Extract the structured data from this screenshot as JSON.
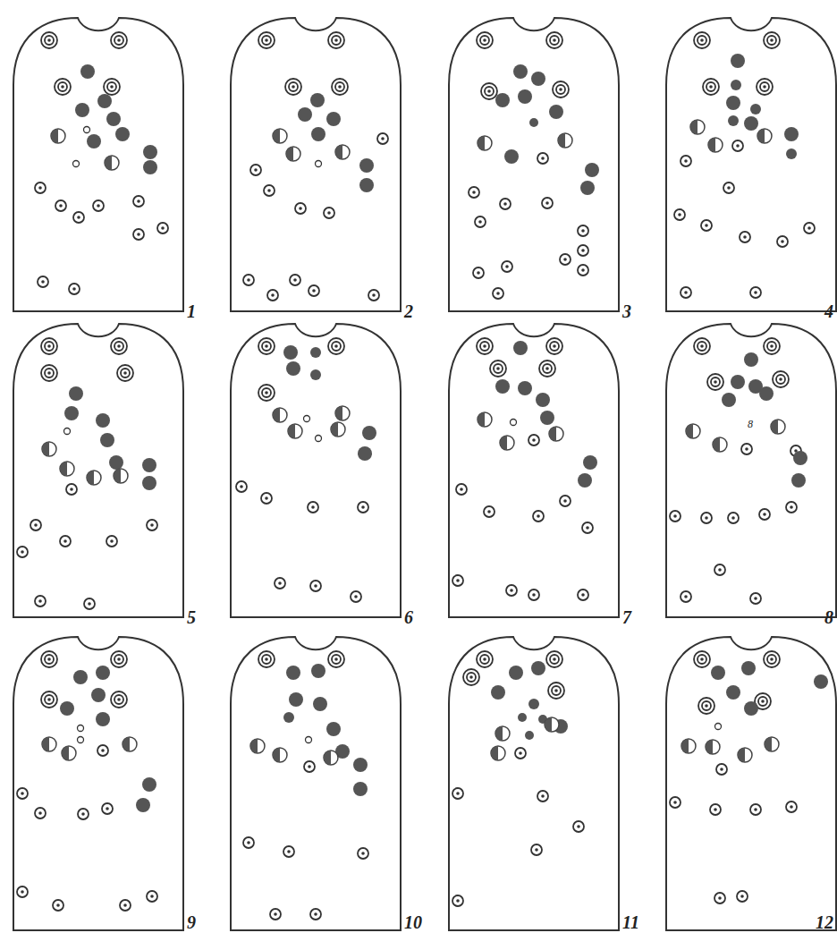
{
  "diagram": {
    "labels": [
      "1",
      "2",
      "3",
      "4",
      "5",
      "6",
      "7",
      "8",
      "9",
      "10",
      "11",
      "12",
      "8"
    ]
  }
}
